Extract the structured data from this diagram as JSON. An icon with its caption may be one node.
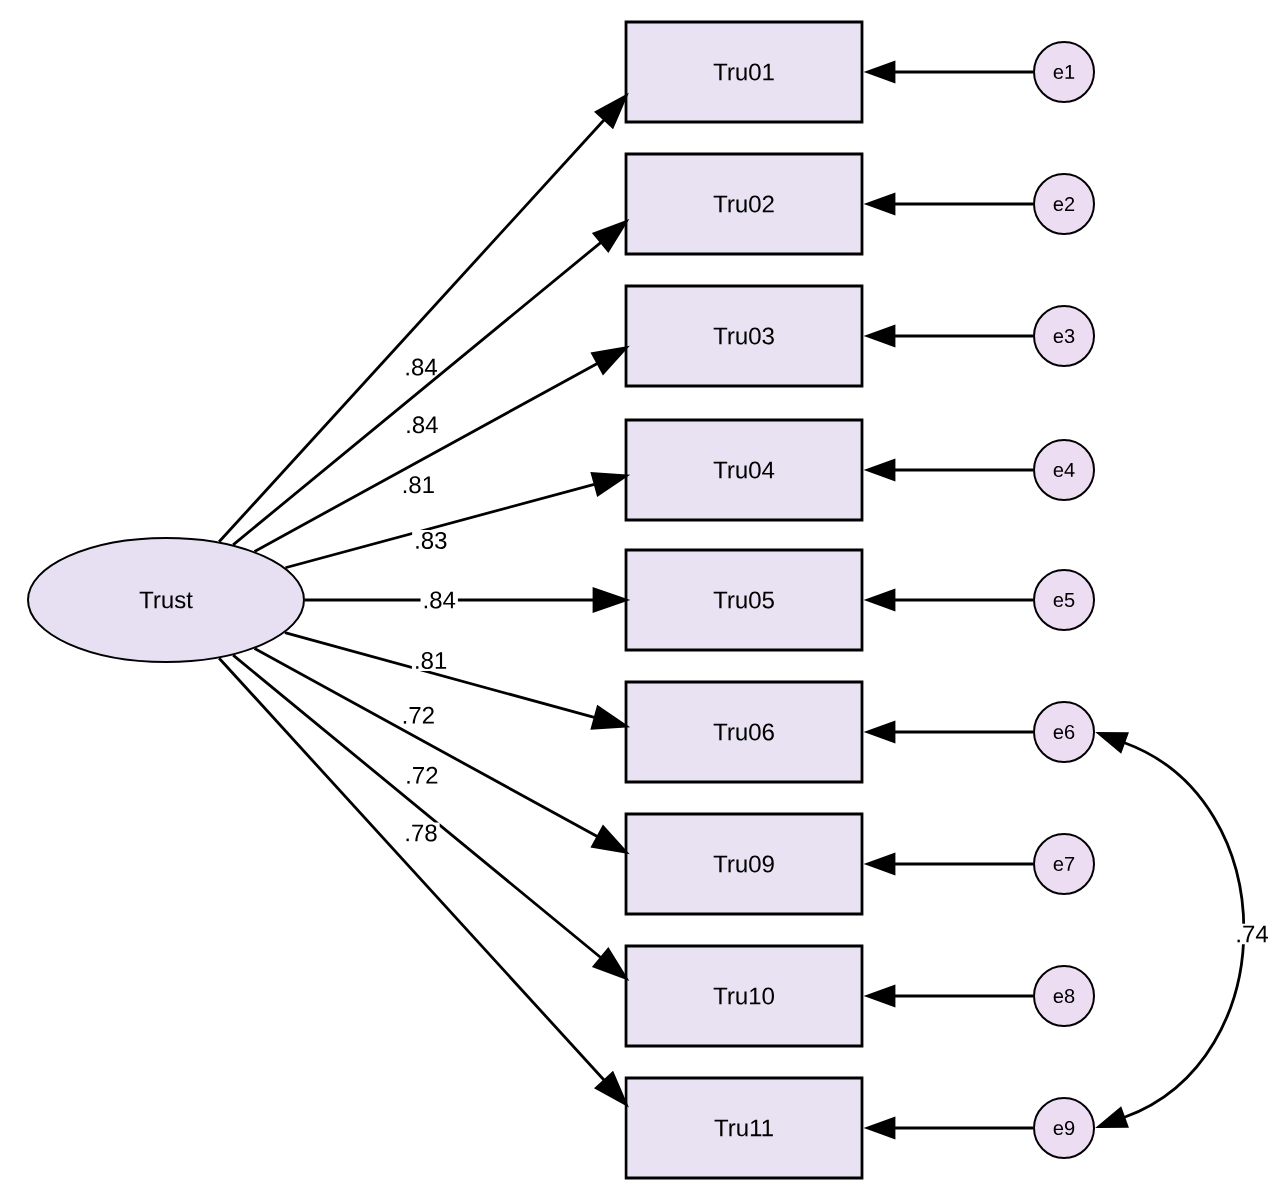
{
  "diagram": {
    "nodes": [
      {
        "text": [
          "Trust"
        ]
      },
      {
        "text": [
          "Tru01"
        ]
      },
      {
        "text": [
          "Tru02"
        ]
      },
      {
        "text": [
          "Tru03"
        ]
      },
      {
        "text": [
          "Tru04"
        ]
      },
      {
        "text": [
          "Tru05"
        ]
      },
      {
        "text": [
          "Tru06"
        ]
      },
      {
        "text": [
          "Tru09"
        ]
      },
      {
        "text": [
          "Tru10"
        ]
      },
      {
        "text": [
          "Tru11"
        ]
      },
      {
        "text": [
          "e1"
        ]
      },
      {
        "text": [
          "e2"
        ]
      },
      {
        "text": [
          "e3"
        ]
      },
      {
        "text": [
          "e4"
        ]
      },
      {
        "text": [
          "e5"
        ]
      },
      {
        "text": [
          "e6"
        ]
      },
      {
        "text": [
          "e7"
        ]
      },
      {
        "text": [
          "e8"
        ]
      },
      {
        "text": [
          "e9"
        ]
      }
    ],
    "edges": [
      {
        "from": 0,
        "to": 1,
        "arrow": "to",
        "label": ".84"
      },
      {
        "from": 0,
        "to": 2,
        "arrow": "to",
        "label": ".84"
      },
      {
        "from": 0,
        "to": 3,
        "arrow": "to",
        "label": ".81"
      },
      {
        "from": 0,
        "to": 4,
        "arrow": "to",
        "label": ".83"
      },
      {
        "from": 0,
        "to": 5,
        "arrow": "to",
        "label": ".84"
      },
      {
        "from": 0,
        "to": 6,
        "arrow": "to",
        "label": ".81"
      },
      {
        "from": 0,
        "to": 7,
        "arrow": "to",
        "label": ".72"
      },
      {
        "from": 0,
        "to": 8,
        "arrow": "to",
        "label": ".72"
      },
      {
        "from": 0,
        "to": 9,
        "arrow": "to",
        "label": ".78"
      },
      {
        "from": 10,
        "to": 1,
        "arrow": "to"
      },
      {
        "from": 11,
        "to": 2,
        "arrow": "to"
      },
      {
        "from": 12,
        "to": 3,
        "arrow": "to"
      },
      {
        "from": 13,
        "to": 4,
        "arrow": "to"
      },
      {
        "from": 14,
        "to": 5,
        "arrow": "to"
      },
      {
        "from": 15,
        "to": 6,
        "arrow": "to"
      },
      {
        "from": 16,
        "to": 7,
        "arrow": "to"
      },
      {
        "from": 17,
        "to": 8,
        "arrow": "to"
      },
      {
        "from": 18,
        "to": 9,
        "arrow": "to"
      },
      {
        "from": 15,
        "to": 18,
        "arrow": "both",
        "label": ".74"
      }
    ]
  }
}
